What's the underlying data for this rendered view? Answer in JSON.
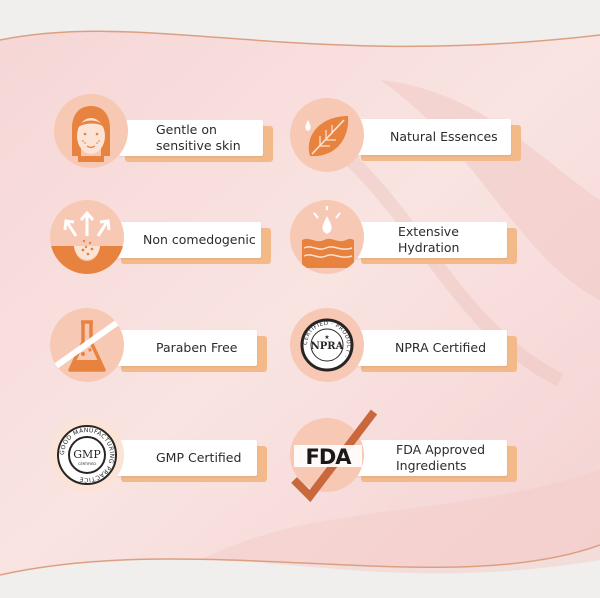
{
  "features": [
    {
      "id": "gentle",
      "lines": [
        "Gentle on",
        "sensitive skin"
      ],
      "icon": "face-icon"
    },
    {
      "id": "natural",
      "lines": [
        "Natural Essences"
      ],
      "icon": "leaf-drop-icon"
    },
    {
      "id": "noncomedogenic",
      "lines": [
        "Non comedogenic"
      ],
      "icon": "pore-arrows-icon"
    },
    {
      "id": "hydration",
      "lines": [
        "Extensive",
        "Hydration"
      ],
      "icon": "skin-droplet-icon"
    },
    {
      "id": "paraben",
      "lines": [
        "Paraben Free"
      ],
      "icon": "flask-crossed-icon"
    },
    {
      "id": "npra",
      "lines": [
        "NPRA Certified"
      ],
      "icon": "npra-seal-icon"
    },
    {
      "id": "gmp",
      "lines": [
        "GMP Certified"
      ],
      "icon": "gmp-seal-icon"
    },
    {
      "id": "fda",
      "lines": [
        "FDA Approved",
        "Ingredients"
      ],
      "icon": "fda-check-icon"
    }
  ],
  "seals": {
    "npra_ring": "CERTIFIED · PRODUCT ·",
    "npra_center": "NPRA",
    "gmp_ring": "GOOD MANUFACTURING PRACTICE",
    "gmp_center": "GMP",
    "gmp_sub": "CERTIFIED",
    "fda_logo": "FDA"
  },
  "colors": {
    "accent": "#e8833f",
    "circle": "#f7c9b4",
    "label_shadow": "#f4b989",
    "background": "#f6dcdc",
    "frame_line": "#e0a888"
  }
}
